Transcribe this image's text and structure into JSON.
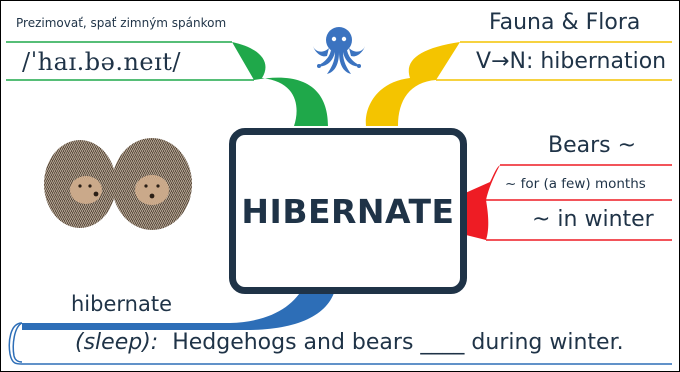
{
  "word": "HIBERNATE",
  "translation": "Prezimovať, spať zimným spánkom",
  "pronunciation": "/ˈhaɪ.bə.neɪt/",
  "topic": "Fauna & Flora",
  "word_formation": "V→N: hibernation",
  "collocations": {
    "title": "Bears ~",
    "items": [
      "~ for (a few) months",
      "~ in winter"
    ]
  },
  "example": {
    "answer": "hibernate",
    "hint": "(sleep):",
    "sentence": "Hedgehogs and bears ____ during winter."
  },
  "icons": {
    "logo": "octopus-logo-icon",
    "picture": "hedgehogs-illustration"
  },
  "colors": {
    "text": "#1f3347",
    "green": "#1fa84a",
    "yellow": "#f4c400",
    "red": "#ee1c24",
    "blue": "#2d6eb7",
    "logo": "#3b73c0"
  }
}
